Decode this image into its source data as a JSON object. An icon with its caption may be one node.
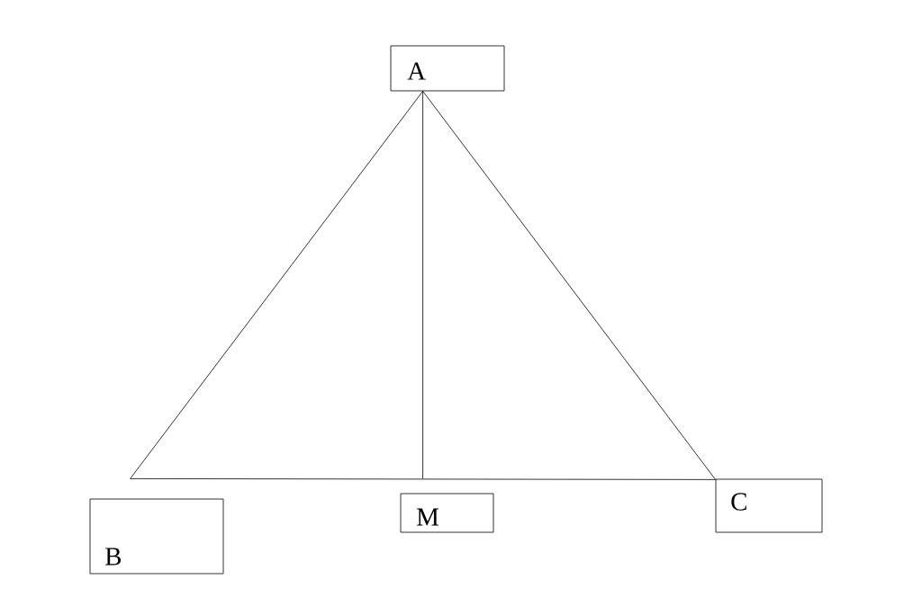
{
  "diagram": {
    "nodes": [
      {
        "text": [
          "A"
        ]
      },
      {
        "text": [
          "B"
        ]
      },
      {
        "text": [
          "M"
        ]
      },
      {
        "text": [
          "C"
        ]
      }
    ],
    "edges": [
      {
        "from": 0,
        "to": 1,
        "arrow": "none"
      },
      {
        "from": 0,
        "to": 2,
        "arrow": "none"
      },
      {
        "from": 0,
        "to": 3,
        "arrow": "none"
      },
      {
        "from": 1,
        "to": 3,
        "arrow": "none"
      }
    ]
  }
}
